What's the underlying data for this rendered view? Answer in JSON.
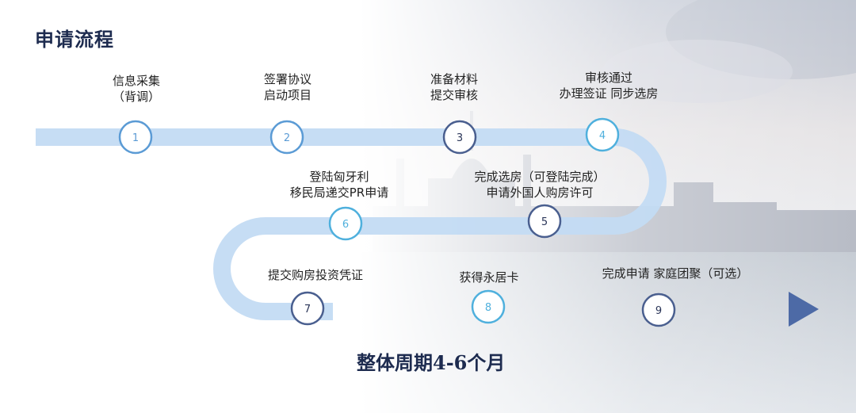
{
  "title": "申请流程",
  "footer": "整体周期4-6个月",
  "steps": [
    {
      "num": "1",
      "lines": [
        "信息采集",
        "（背调）"
      ]
    },
    {
      "num": "2",
      "lines": [
        "签署协议",
        "启动项目"
      ]
    },
    {
      "num": "3",
      "lines": [
        "准备材料",
        "提交审核"
      ]
    },
    {
      "num": "4",
      "lines": [
        "审核通过",
        "办理签证 同步选房"
      ]
    },
    {
      "num": "5",
      "lines": [
        "完成选房（可登陆完成）",
        "申请外国人购房许可"
      ]
    },
    {
      "num": "6",
      "lines": [
        "登陆匈牙利",
        "移民局递交PR申请"
      ]
    },
    {
      "num": "7",
      "lines": [
        "提交购房投资凭证"
      ]
    },
    {
      "num": "8",
      "lines": [
        "获得永居卡"
      ]
    },
    {
      "num": "9",
      "lines": [
        "完成申请 家庭团聚（可选）"
      ]
    }
  ]
}
